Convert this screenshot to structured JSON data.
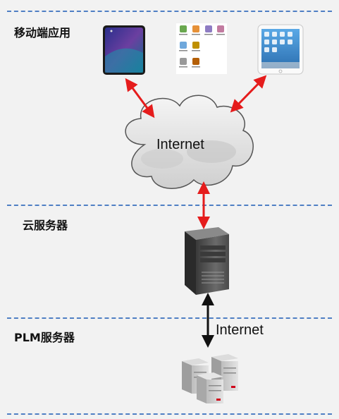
{
  "layers": {
    "mobile": "移动端应用",
    "cloud": "云服务器",
    "plm": "PLM服务器"
  },
  "cloud_label": "Internet",
  "link_label": "Internet",
  "colors": {
    "divider": "#4f7fc4",
    "arrow_red": "#e51c1c",
    "arrow_black": "#111111",
    "cloud_fill": "#e0e0e0",
    "background": "#f2f2f2"
  },
  "icons": [
    "phone-icon",
    "app-grid-icon",
    "tablet-icon",
    "cloud-icon",
    "tower-server-icon",
    "server-cluster-icon"
  ]
}
